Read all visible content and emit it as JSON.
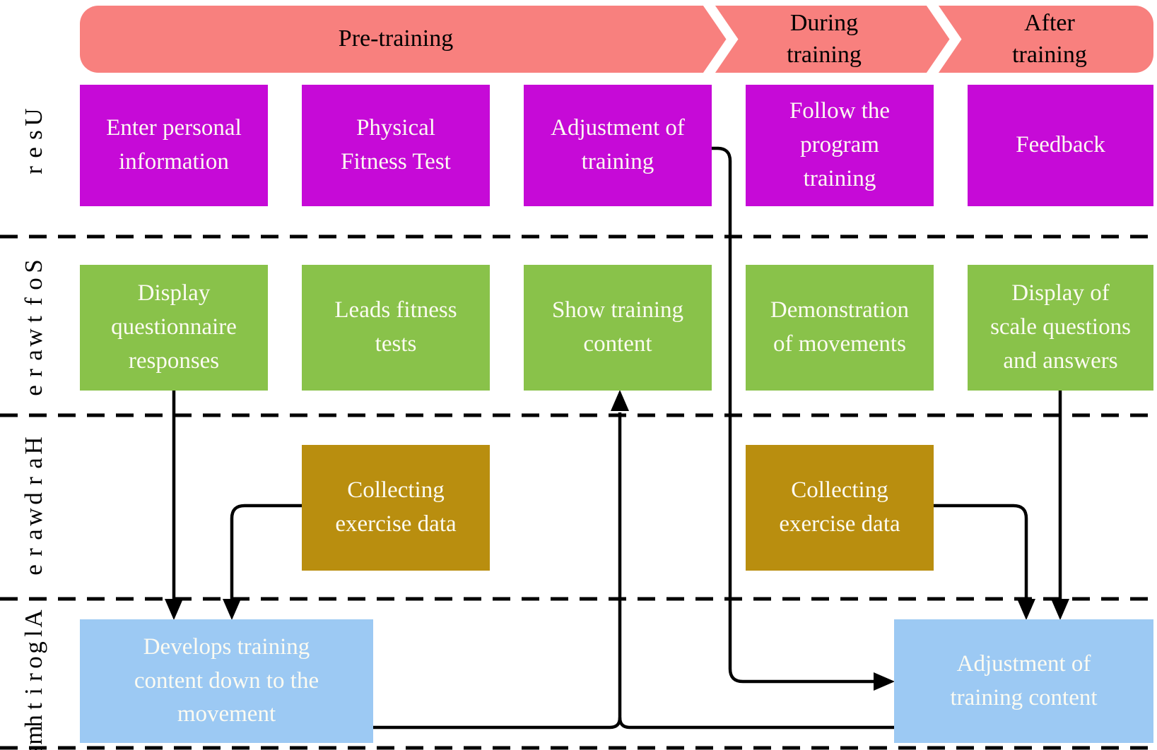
{
  "banner": {
    "phases": [
      {
        "label": "Pre-training"
      },
      {
        "label": "During\ntraining"
      },
      {
        "label": "After\ntraining"
      }
    ]
  },
  "lanes": [
    {
      "label": "User"
    },
    {
      "label": "Software"
    },
    {
      "label": "Hardware"
    },
    {
      "label": "Algorithms"
    }
  ],
  "boxes": {
    "user": [
      "Enter personal\ninformation",
      "Physical\nFitness Test",
      "Adjustment of\ntraining",
      "Follow the\nprogram\ntraining",
      "Feedback"
    ],
    "software": [
      "Display\nquestionnaire\nresponses",
      "Leads fitness\ntests",
      "Show training\ncontent",
      "Demonstration\nof movements",
      "Display of\nscale questions\nand answers"
    ],
    "hardware": [
      "Collecting\nexercise data",
      "Collecting\nexercise data"
    ],
    "algorithms": [
      "Develops training\ncontent down to the\nmovement",
      "Adjustment of\ntraining content"
    ]
  },
  "flows": [
    {
      "from": "Display questionnaire responses",
      "to": "Develops training content down to the movement",
      "arrow": true
    },
    {
      "from": "Collecting exercise data (pre-training)",
      "to": "Develops training content down to the movement",
      "arrow": true
    },
    {
      "from": "Adjustment of training",
      "to": "Adjustment of training content",
      "arrow": true
    },
    {
      "from": "Develops training content down to the movement",
      "to": "Show training content",
      "arrow": true
    },
    {
      "from": "Develops training content down to the movement",
      "to": "Adjustment of training content",
      "arrow": false
    },
    {
      "from": "Collecting exercise data (during training)",
      "to": "Adjustment of training content",
      "arrow": true
    },
    {
      "from": "Display of scale questions and answers",
      "to": "Adjustment of training content",
      "arrow": true
    }
  ],
  "colors": {
    "phase_banner": "#F8807E",
    "banner_text": "#000000",
    "user_box": "#C60AD7",
    "software_box": "#89C24A",
    "hardware_box": "#B98E0F",
    "algorithms_box": "#9CC9F3",
    "box_text": "#FCFBF2",
    "connector": "#000000",
    "chevron_separator": "#FFFFFF"
  }
}
